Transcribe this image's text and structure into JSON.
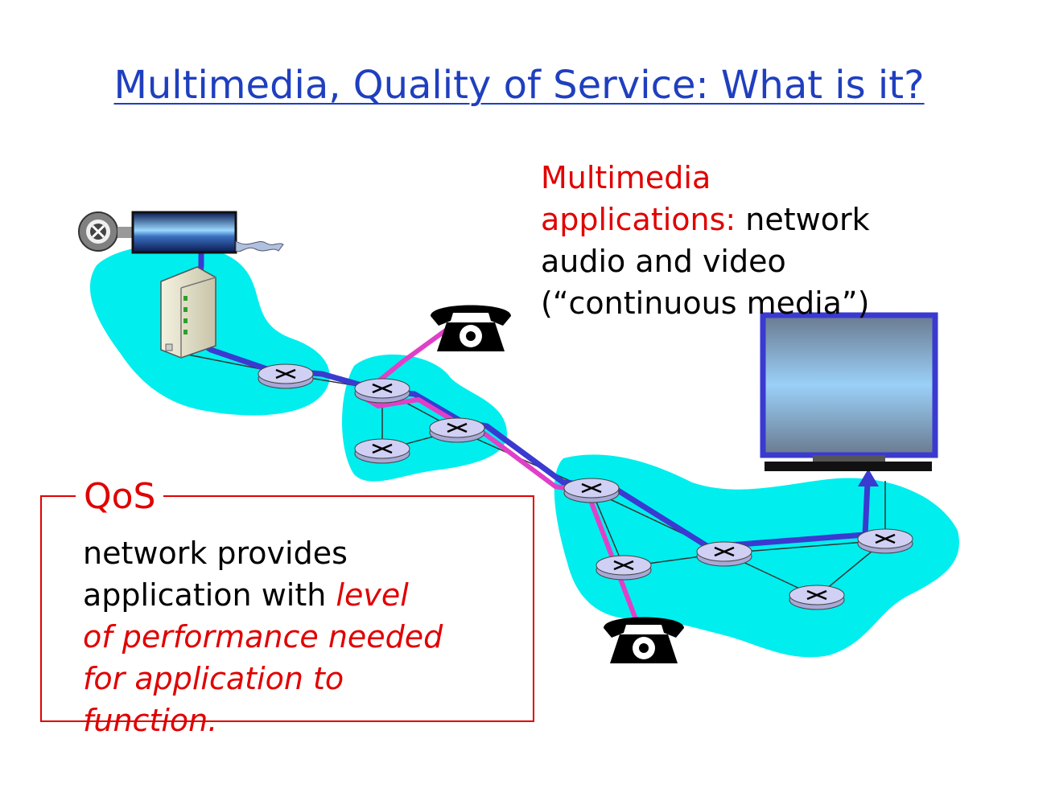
{
  "title": "Multimedia, Quality of Service: What is it?",
  "multimedia_block": {
    "line1_red": "Multimedia",
    "line2_red": "applications:",
    "line2_black": " network",
    "line3": "audio and video",
    "line4": "(“continuous media”)"
  },
  "qos_block": {
    "label": "QoS",
    "line1": "network provides",
    "line2_black": "application with ",
    "line2_red": "level",
    "line3_red": "of performance needed",
    "line4_red": "for application to",
    "line5_red": "function."
  },
  "colors": {
    "title": "#1f3fbf",
    "accent_red": "#e00000",
    "network_cloud": "#00eeee",
    "video_path": "#3a3ad0",
    "voice_path": "#e040c8",
    "router_fill": "#c8c8f0"
  },
  "icons": [
    "film-reel-icon",
    "media-server-icon",
    "router-icon",
    "telephone-icon",
    "monitor-icon"
  ]
}
